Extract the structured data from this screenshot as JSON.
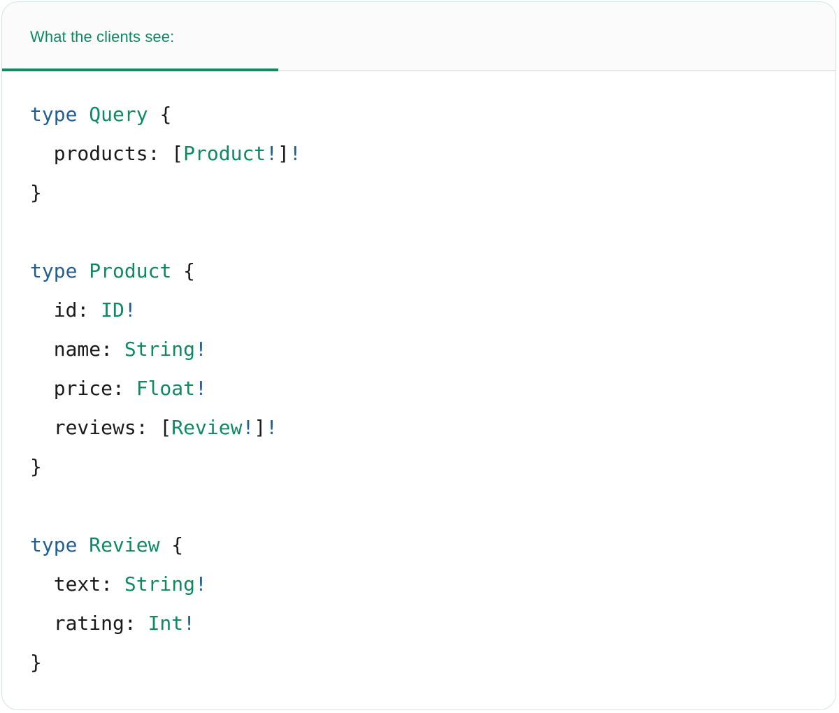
{
  "card": {
    "border_color": "#cfe6da",
    "background": "#ffffff"
  },
  "header": {
    "background": "#fbfbfb",
    "active_tab": {
      "label": "What the clients see:",
      "color": "#0e8a62",
      "underline_color": "#0f8a63"
    },
    "divider_color": "#e6e6e6"
  },
  "code": {
    "language": "graphql",
    "colors": {
      "keyword": "#1f5f96",
      "type_name": "#0e8a62",
      "non_null": "#1f5f96",
      "punctuation": "#1a1a1a",
      "field": "#1a1a1a"
    },
    "lines": [
      {
        "tokens": [
          {
            "t": "type",
            "c": "kw"
          },
          {
            "t": " ",
            "c": "punc"
          },
          {
            "t": "Query",
            "c": "tname"
          },
          {
            "t": " {",
            "c": "punc"
          }
        ]
      },
      {
        "tokens": [
          {
            "t": "  products: ",
            "c": "fld"
          },
          {
            "t": "[",
            "c": "punc"
          },
          {
            "t": "Product",
            "c": "tname"
          },
          {
            "t": "!",
            "c": "bang"
          },
          {
            "t": "]",
            "c": "punc"
          },
          {
            "t": "!",
            "c": "bang"
          }
        ]
      },
      {
        "tokens": [
          {
            "t": "}",
            "c": "punc"
          }
        ]
      },
      {
        "tokens": []
      },
      {
        "tokens": [
          {
            "t": "type",
            "c": "kw"
          },
          {
            "t": " ",
            "c": "punc"
          },
          {
            "t": "Product",
            "c": "tname"
          },
          {
            "t": " {",
            "c": "punc"
          }
        ]
      },
      {
        "tokens": [
          {
            "t": "  id: ",
            "c": "fld"
          },
          {
            "t": "ID",
            "c": "tname"
          },
          {
            "t": "!",
            "c": "bang"
          }
        ]
      },
      {
        "tokens": [
          {
            "t": "  name: ",
            "c": "fld"
          },
          {
            "t": "String",
            "c": "tname"
          },
          {
            "t": "!",
            "c": "bang"
          }
        ]
      },
      {
        "tokens": [
          {
            "t": "  price: ",
            "c": "fld"
          },
          {
            "t": "Float",
            "c": "tname"
          },
          {
            "t": "!",
            "c": "bang"
          }
        ]
      },
      {
        "tokens": [
          {
            "t": "  reviews: ",
            "c": "fld"
          },
          {
            "t": "[",
            "c": "punc"
          },
          {
            "t": "Review",
            "c": "tname"
          },
          {
            "t": "!",
            "c": "bang"
          },
          {
            "t": "]",
            "c": "punc"
          },
          {
            "t": "!",
            "c": "bang"
          }
        ]
      },
      {
        "tokens": [
          {
            "t": "}",
            "c": "punc"
          }
        ]
      },
      {
        "tokens": []
      },
      {
        "tokens": [
          {
            "t": "type",
            "c": "kw"
          },
          {
            "t": " ",
            "c": "punc"
          },
          {
            "t": "Review",
            "c": "tname"
          },
          {
            "t": " {",
            "c": "punc"
          }
        ]
      },
      {
        "tokens": [
          {
            "t": "  text: ",
            "c": "fld"
          },
          {
            "t": "String",
            "c": "tname"
          },
          {
            "t": "!",
            "c": "bang"
          }
        ]
      },
      {
        "tokens": [
          {
            "t": "  rating: ",
            "c": "fld"
          },
          {
            "t": "Int",
            "c": "tname"
          },
          {
            "t": "!",
            "c": "bang"
          }
        ]
      },
      {
        "tokens": [
          {
            "t": "}",
            "c": "punc"
          }
        ]
      }
    ]
  }
}
